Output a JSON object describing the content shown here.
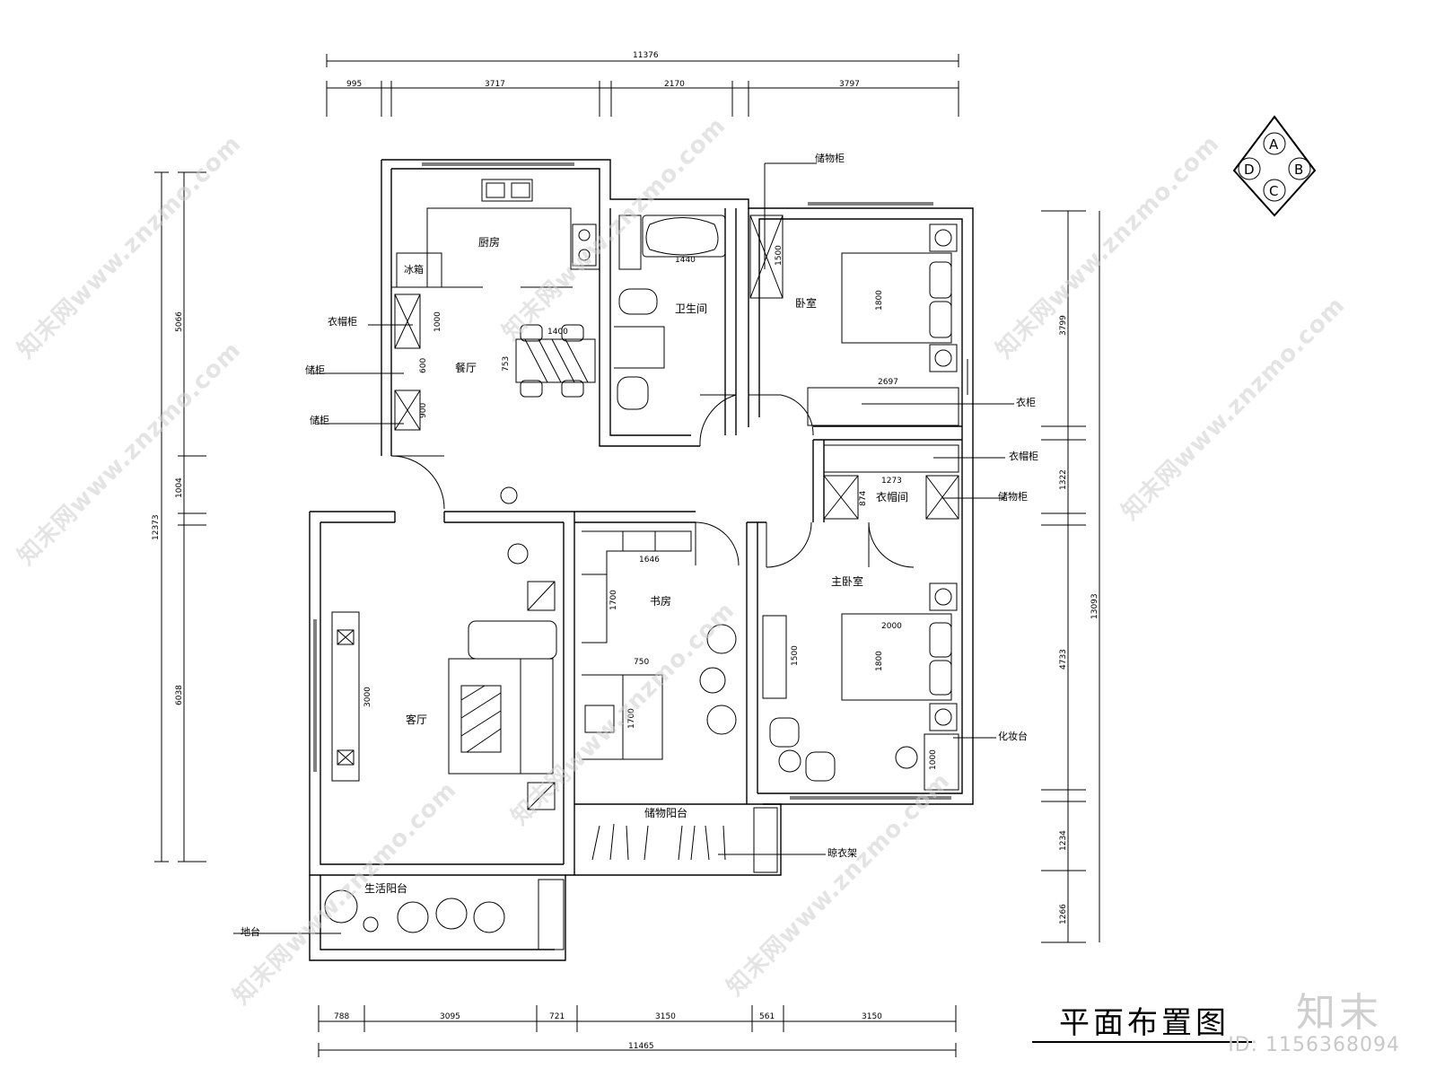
{
  "title": "平面布置图",
  "watermark": "知末网www.znzmo.com",
  "brand": "知末",
  "id_text": "ID: 1156368094",
  "compass": {
    "a": "A",
    "b": "B",
    "c": "C",
    "d": "D"
  },
  "rooms": {
    "kitchen": "厨房",
    "dining": "餐厅",
    "bathroom": "卫生间",
    "bedroom": "卧室",
    "cloakroom": "衣帽间",
    "master_bedroom": "主卧室",
    "study": "书房",
    "living_room": "客厅",
    "storage_balcony": "储物阳台",
    "service_balcony": "生活阳台"
  },
  "fixtures": {
    "fridge": "冰箱"
  },
  "annotations": {
    "storage_cabinet_top": "储物柜",
    "wardrobe_left": "衣帽柜",
    "cabinet_1": "储柜",
    "cabinet_2": "储柜",
    "wardrobe_right": "衣柜",
    "cloak_cabinet_right": "衣帽柜",
    "storage_cabinet_right": "储物柜",
    "dresser": "化妆台",
    "drying_rack": "晾衣架",
    "planter": "地台"
  },
  "dimensions": {
    "top_total": "11376",
    "top_segments": [
      "995",
      "3717",
      "2170",
      "3797"
    ],
    "bottom_total": "11465",
    "bottom_segments": [
      "788",
      "3095",
      "721",
      "3150",
      "561",
      "3150"
    ],
    "left_total": "12373",
    "left_segments": [
      "5066",
      "1004",
      "6038"
    ],
    "right_total": "13093",
    "right_segments": [
      "3799",
      "1322",
      "4733",
      "1234",
      "1266"
    ],
    "inner": {
      "bath_tub": "1440",
      "bed_top": "1500",
      "bed_top_len": "1800",
      "wardrobe_len": "2697",
      "cloak_len": "1273",
      "cloak_depth": "874",
      "dining_table_w": "1400",
      "dining_table_d": "753",
      "cab_1000": "1000",
      "cab_600": "600",
      "cab_900": "900",
      "study_shelf": "1646",
      "study_1700a": "1700",
      "study_desk": "750",
      "study_1700b": "1700",
      "living_3000": "3000",
      "master_2000": "2000",
      "master_1500": "1500",
      "master_1800": "1800",
      "dresser_1000": "1000"
    }
  }
}
